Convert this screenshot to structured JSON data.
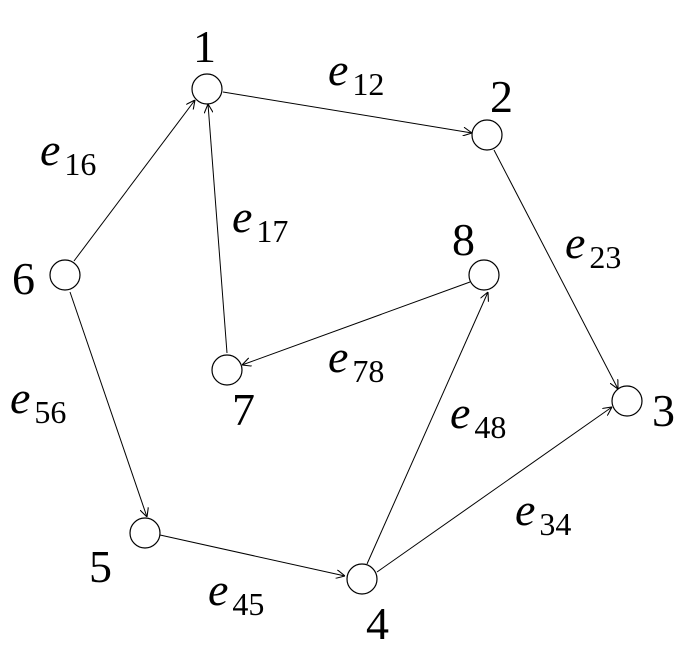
{
  "graph": {
    "nodes": [
      {
        "id": "1",
        "label": "1"
      },
      {
        "id": "2",
        "label": "2"
      },
      {
        "id": "3",
        "label": "3"
      },
      {
        "id": "4",
        "label": "4"
      },
      {
        "id": "5",
        "label": "5"
      },
      {
        "id": "6",
        "label": "6"
      },
      {
        "id": "7",
        "label": "7"
      },
      {
        "id": "8",
        "label": "8"
      }
    ],
    "edges": [
      {
        "id": "e12",
        "from": "1",
        "to": "2",
        "letter": "e",
        "sub": "12"
      },
      {
        "id": "e23",
        "from": "2",
        "to": "3",
        "letter": "e",
        "sub": "23"
      },
      {
        "id": "e34",
        "from": "4",
        "to": "3",
        "letter": "e",
        "sub": "34"
      },
      {
        "id": "e45",
        "from": "5",
        "to": "4",
        "letter": "e",
        "sub": "45"
      },
      {
        "id": "e56",
        "from": "6",
        "to": "5",
        "letter": "e",
        "sub": "56"
      },
      {
        "id": "e16",
        "from": "6",
        "to": "1",
        "letter": "e",
        "sub": "16"
      },
      {
        "id": "e17",
        "from": "7",
        "to": "1",
        "letter": "e",
        "sub": "17"
      },
      {
        "id": "e78",
        "from": "8",
        "to": "7",
        "letter": "e",
        "sub": "78"
      },
      {
        "id": "e48",
        "from": "4",
        "to": "8",
        "letter": "e",
        "sub": "48"
      }
    ],
    "colors": {
      "stroke": "#000000",
      "node_fill": "#ffffff",
      "background": "#ffffff"
    }
  }
}
